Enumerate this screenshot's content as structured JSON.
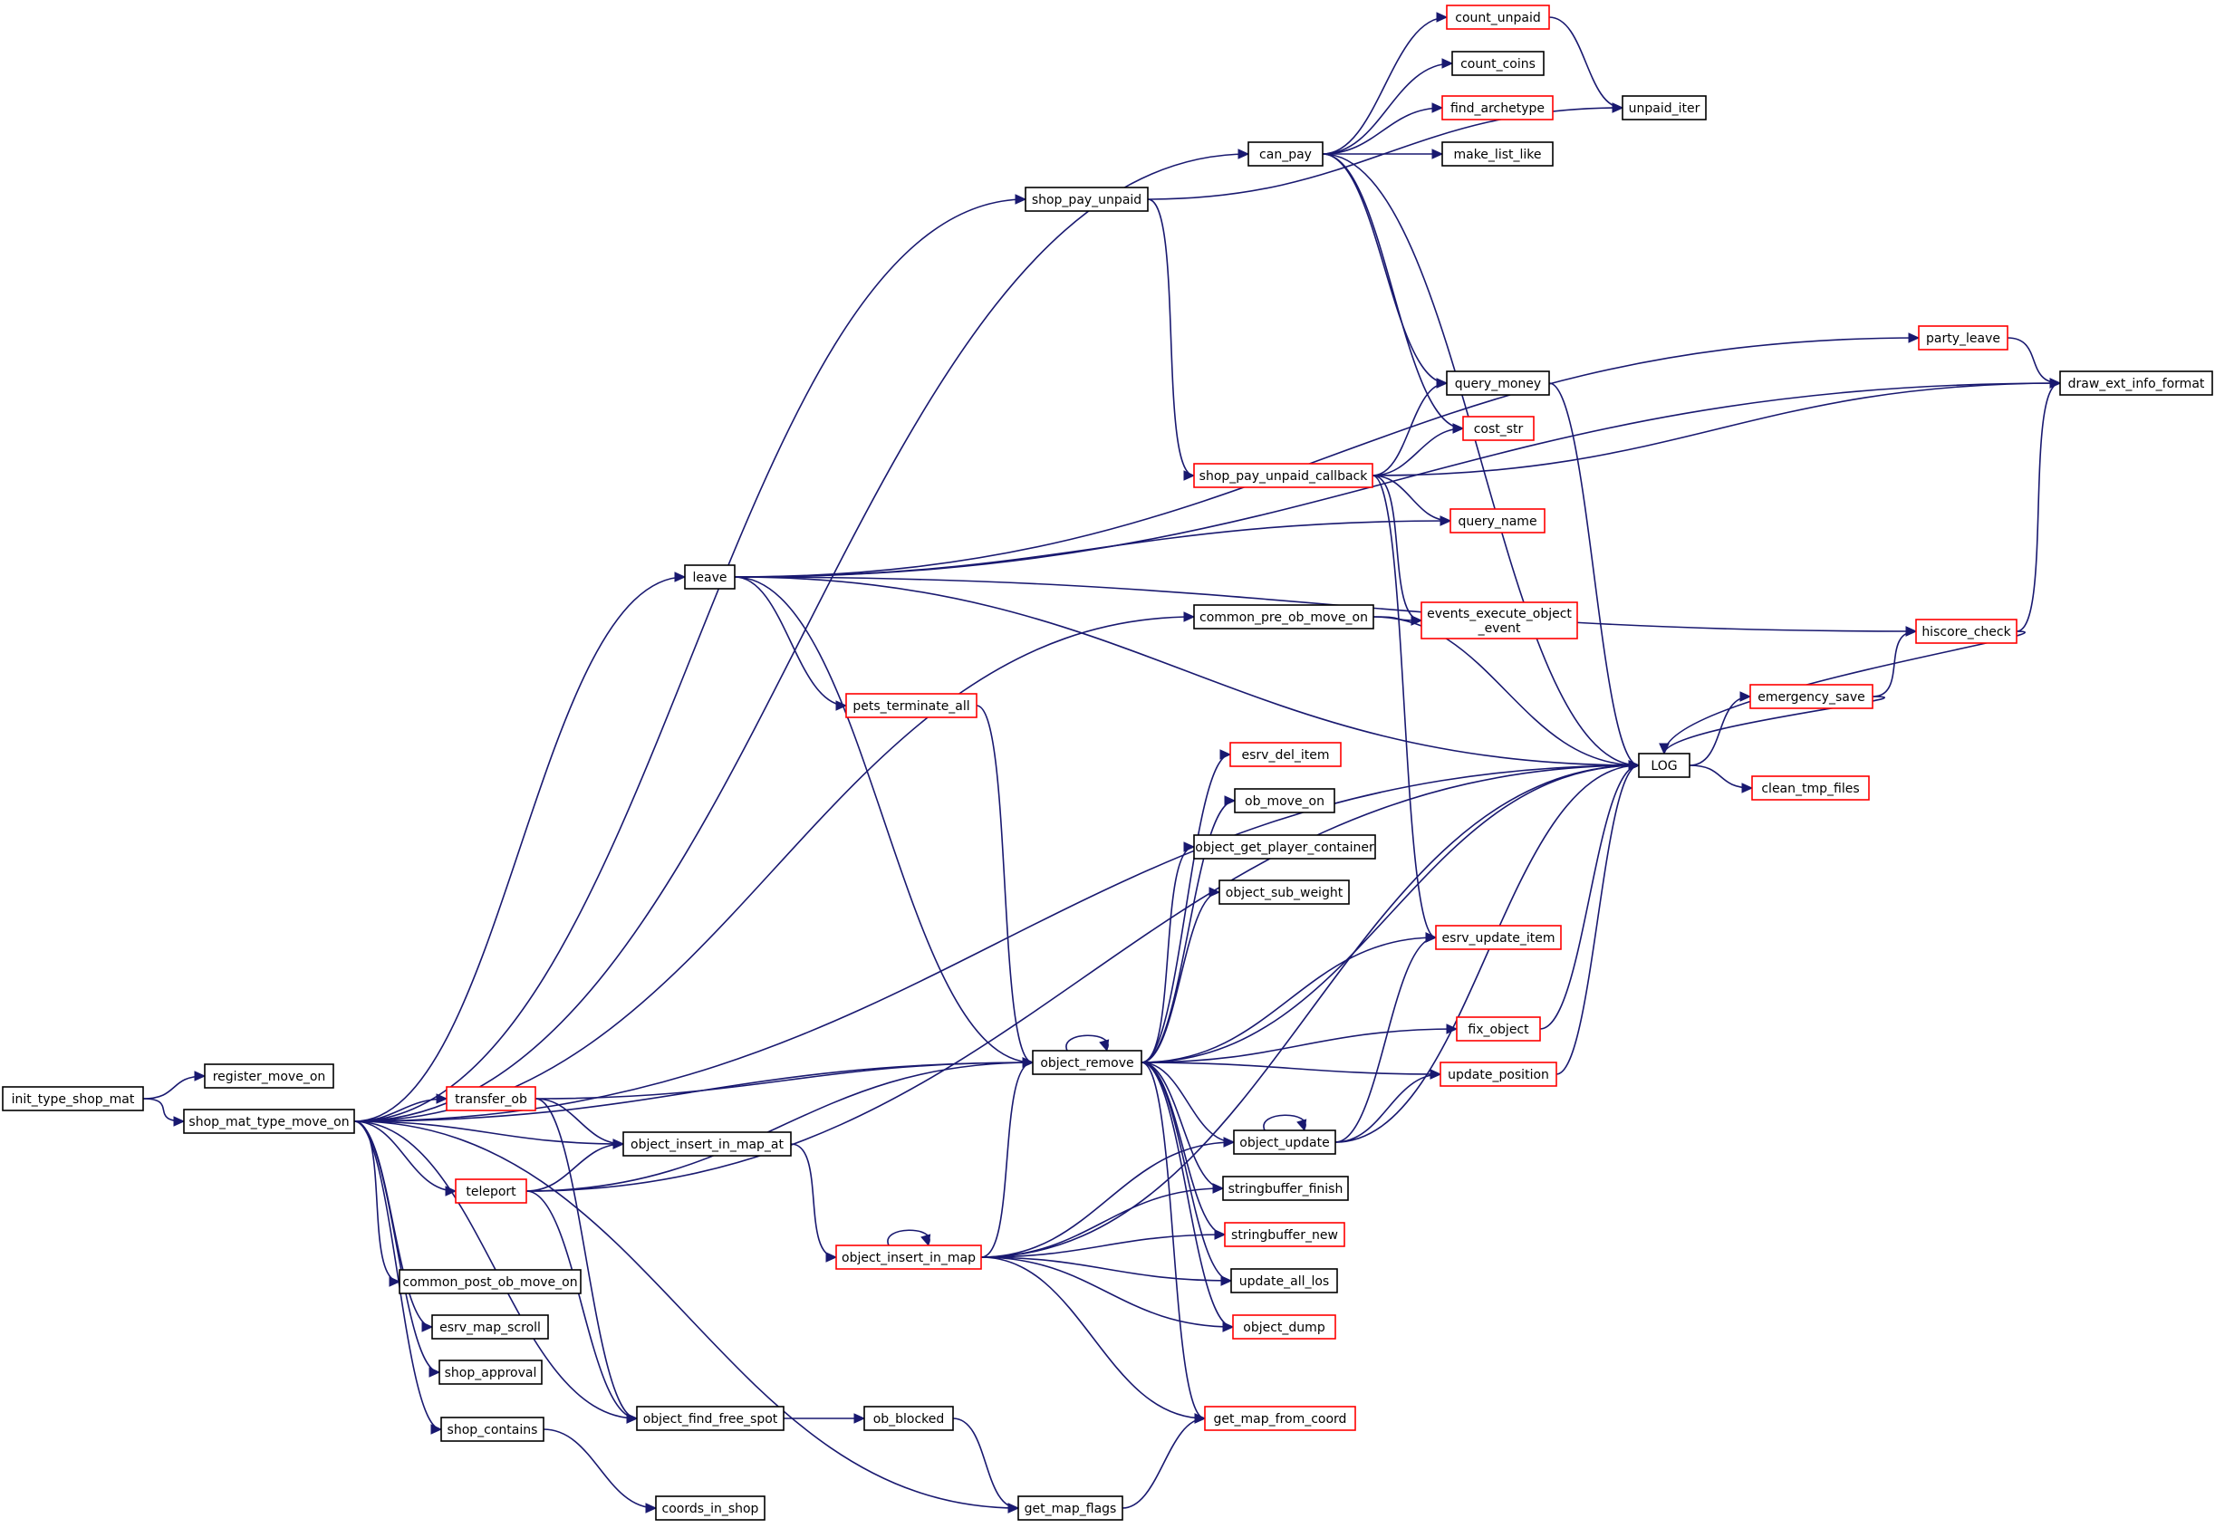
{
  "colors": {
    "edge": "#191970",
    "border_default": "#000000",
    "border_link": "#ff0000",
    "root_fill": "#bfbfbf",
    "background": "#ffffff"
  },
  "nodes": [
    {
      "id": "init_type_shop_mat",
      "label": "init_type_shop_mat",
      "style": "root"
    },
    {
      "id": "register_move_on",
      "label": "register_move_on",
      "style": "black"
    },
    {
      "id": "shop_mat_type_move_on",
      "label": "shop_mat_type_move_on",
      "style": "black"
    },
    {
      "id": "can_pay",
      "label": "can_pay",
      "style": "black"
    },
    {
      "id": "count_unpaid",
      "label": "count_unpaid",
      "style": "red"
    },
    {
      "id": "count_coins",
      "label": "count_coins",
      "style": "black"
    },
    {
      "id": "find_archetype",
      "label": "find_archetype",
      "style": "red"
    },
    {
      "id": "make_list_like",
      "label": "make_list_like",
      "style": "black"
    },
    {
      "id": "unpaid_iter",
      "label": "unpaid_iter",
      "style": "black"
    },
    {
      "id": "shop_pay_unpaid",
      "label": "shop_pay_unpaid",
      "style": "black"
    },
    {
      "id": "party_leave",
      "label": "party_leave",
      "style": "red"
    },
    {
      "id": "draw_ext_info_format",
      "label": "draw_ext_info_format",
      "style": "black"
    },
    {
      "id": "query_money",
      "label": "query_money",
      "style": "black"
    },
    {
      "id": "cost_str",
      "label": "cost_str",
      "style": "red"
    },
    {
      "id": "shop_pay_unpaid_callback",
      "label": "shop_pay_unpaid_callback",
      "style": "red"
    },
    {
      "id": "query_name",
      "label": "query_name",
      "style": "red"
    },
    {
      "id": "leave",
      "label": "leave",
      "style": "black"
    },
    {
      "id": "common_pre_ob_move_on",
      "label": "common_pre_ob_move_on",
      "style": "black"
    },
    {
      "id": "events_execute_object_event",
      "label": "events_execute_object\n_event",
      "style": "red"
    },
    {
      "id": "hiscore_check",
      "label": "hiscore_check",
      "style": "red"
    },
    {
      "id": "emergency_save",
      "label": "emergency_save",
      "style": "red"
    },
    {
      "id": "pets_terminate_all",
      "label": "pets_terminate_all",
      "style": "red"
    },
    {
      "id": "LOG",
      "label": "LOG",
      "style": "black"
    },
    {
      "id": "clean_tmp_files",
      "label": "clean_tmp_files",
      "style": "red"
    },
    {
      "id": "esrv_del_item",
      "label": "esrv_del_item",
      "style": "red"
    },
    {
      "id": "ob_move_on",
      "label": "ob_move_on",
      "style": "black"
    },
    {
      "id": "object_get_player_container",
      "label": "object_get_player_container",
      "style": "black"
    },
    {
      "id": "object_sub_weight",
      "label": "object_sub_weight",
      "style": "black"
    },
    {
      "id": "esrv_update_item",
      "label": "esrv_update_item",
      "style": "red"
    },
    {
      "id": "fix_object",
      "label": "fix_object",
      "style": "red"
    },
    {
      "id": "object_remove",
      "label": "object_remove",
      "style": "black"
    },
    {
      "id": "update_position",
      "label": "update_position",
      "style": "red"
    },
    {
      "id": "transfer_ob",
      "label": "transfer_ob",
      "style": "red"
    },
    {
      "id": "object_update",
      "label": "object_update",
      "style": "black"
    },
    {
      "id": "object_insert_in_map_at",
      "label": "object_insert_in_map_at",
      "style": "black"
    },
    {
      "id": "teleport",
      "label": "teleport",
      "style": "red"
    },
    {
      "id": "stringbuffer_finish",
      "label": "stringbuffer_finish",
      "style": "black"
    },
    {
      "id": "object_insert_in_map",
      "label": "object_insert_in_map",
      "style": "red"
    },
    {
      "id": "stringbuffer_new",
      "label": "stringbuffer_new",
      "style": "red"
    },
    {
      "id": "common_post_ob_move_on",
      "label": "common_post_ob_move_on",
      "style": "black"
    },
    {
      "id": "update_all_los",
      "label": "update_all_los",
      "style": "black"
    },
    {
      "id": "esrv_map_scroll",
      "label": "esrv_map_scroll",
      "style": "black"
    },
    {
      "id": "object_dump",
      "label": "object_dump",
      "style": "red"
    },
    {
      "id": "shop_approval",
      "label": "shop_approval",
      "style": "black"
    },
    {
      "id": "object_find_free_spot",
      "label": "object_find_free_spot",
      "style": "black"
    },
    {
      "id": "ob_blocked",
      "label": "ob_blocked",
      "style": "black"
    },
    {
      "id": "get_map_from_coord",
      "label": "get_map_from_coord",
      "style": "red"
    },
    {
      "id": "shop_contains",
      "label": "shop_contains",
      "style": "black"
    },
    {
      "id": "coords_in_shop",
      "label": "coords_in_shop",
      "style": "black"
    },
    {
      "id": "get_map_flags",
      "label": "get_map_flags",
      "style": "black"
    }
  ],
  "edges": [
    [
      "init_type_shop_mat",
      "register_move_on"
    ],
    [
      "init_type_shop_mat",
      "shop_mat_type_move_on"
    ],
    [
      "shop_mat_type_move_on",
      "can_pay"
    ],
    [
      "shop_mat_type_move_on",
      "shop_pay_unpaid"
    ],
    [
      "shop_mat_type_move_on",
      "leave"
    ],
    [
      "shop_mat_type_move_on",
      "common_pre_ob_move_on"
    ],
    [
      "shop_mat_type_move_on",
      "LOG"
    ],
    [
      "shop_mat_type_move_on",
      "object_remove"
    ],
    [
      "shop_mat_type_move_on",
      "transfer_ob"
    ],
    [
      "shop_mat_type_move_on",
      "object_insert_in_map_at"
    ],
    [
      "shop_mat_type_move_on",
      "teleport"
    ],
    [
      "shop_mat_type_move_on",
      "common_post_ob_move_on"
    ],
    [
      "shop_mat_type_move_on",
      "esrv_map_scroll"
    ],
    [
      "shop_mat_type_move_on",
      "shop_approval"
    ],
    [
      "shop_mat_type_move_on",
      "shop_contains"
    ],
    [
      "shop_mat_type_move_on",
      "object_find_free_spot"
    ],
    [
      "can_pay",
      "count_unpaid"
    ],
    [
      "can_pay",
      "count_coins"
    ],
    [
      "can_pay",
      "find_archetype"
    ],
    [
      "can_pay",
      "make_list_like"
    ],
    [
      "can_pay",
      "query_money"
    ],
    [
      "can_pay",
      "cost_str"
    ],
    [
      "can_pay",
      "LOG"
    ],
    [
      "count_unpaid",
      "unpaid_iter"
    ],
    [
      "shop_pay_unpaid",
      "unpaid_iter"
    ],
    [
      "shop_pay_unpaid",
      "shop_pay_unpaid_callback"
    ],
    [
      "shop_pay_unpaid_callback",
      "query_money"
    ],
    [
      "shop_pay_unpaid_callback",
      "cost_str"
    ],
    [
      "shop_pay_unpaid_callback",
      "query_name"
    ],
    [
      "shop_pay_unpaid_callback",
      "draw_ext_info_format"
    ],
    [
      "shop_pay_unpaid_callback",
      "events_execute_object_event"
    ],
    [
      "shop_pay_unpaid_callback",
      "esrv_update_item"
    ],
    [
      "party_leave",
      "draw_ext_info_format"
    ],
    [
      "query_money",
      "LOG"
    ],
    [
      "leave",
      "draw_ext_info_format"
    ],
    [
      "leave",
      "party_leave"
    ],
    [
      "leave",
      "query_name"
    ],
    [
      "leave",
      "hiscore_check"
    ],
    [
      "leave",
      "LOG"
    ],
    [
      "leave",
      "pets_terminate_all"
    ],
    [
      "leave",
      "object_remove"
    ],
    [
      "common_pre_ob_move_on",
      "events_execute_object_event"
    ],
    [
      "common_pre_ob_move_on",
      "LOG"
    ],
    [
      "hiscore_check",
      "draw_ext_info_format"
    ],
    [
      "hiscore_check",
      "LOG"
    ],
    [
      "emergency_save",
      "hiscore_check"
    ],
    [
      "emergency_save",
      "LOG"
    ],
    [
      "LOG",
      "emergency_save"
    ],
    [
      "LOG",
      "clean_tmp_files"
    ],
    [
      "pets_terminate_all",
      "object_remove"
    ],
    [
      "object_remove",
      "object_remove"
    ],
    [
      "object_remove",
      "esrv_del_item"
    ],
    [
      "object_remove",
      "ob_move_on"
    ],
    [
      "object_remove",
      "object_get_player_container"
    ],
    [
      "object_remove",
      "object_sub_weight"
    ],
    [
      "object_remove",
      "esrv_update_item"
    ],
    [
      "object_remove",
      "LOG"
    ],
    [
      "object_remove",
      "fix_object"
    ],
    [
      "object_remove",
      "update_position"
    ],
    [
      "object_remove",
      "object_update"
    ],
    [
      "object_remove",
      "stringbuffer_finish"
    ],
    [
      "object_remove",
      "stringbuffer_new"
    ],
    [
      "object_remove",
      "update_all_los"
    ],
    [
      "object_remove",
      "object_dump"
    ],
    [
      "object_remove",
      "get_map_from_coord"
    ],
    [
      "fix_object",
      "LOG"
    ],
    [
      "update_position",
      "LOG"
    ],
    [
      "object_update",
      "object_update"
    ],
    [
      "object_update",
      "esrv_update_item"
    ],
    [
      "object_update",
      "update_position"
    ],
    [
      "object_update",
      "LOG"
    ],
    [
      "transfer_ob",
      "object_remove"
    ],
    [
      "transfer_ob",
      "object_insert_in_map_at"
    ],
    [
      "transfer_ob",
      "object_find_free_spot"
    ],
    [
      "teleport",
      "object_remove"
    ],
    [
      "teleport",
      "object_insert_in_map_at"
    ],
    [
      "teleport",
      "object_find_free_spot"
    ],
    [
      "teleport",
      "LOG"
    ],
    [
      "object_insert_in_map_at",
      "object_insert_in_map"
    ],
    [
      "object_insert_in_map",
      "object_insert_in_map"
    ],
    [
      "object_insert_in_map",
      "object_remove"
    ],
    [
      "object_insert_in_map",
      "object_update"
    ],
    [
      "object_insert_in_map",
      "stringbuffer_finish"
    ],
    [
      "object_insert_in_map",
      "stringbuffer_new"
    ],
    [
      "object_insert_in_map",
      "update_all_los"
    ],
    [
      "object_insert_in_map",
      "object_dump"
    ],
    [
      "object_insert_in_map",
      "LOG"
    ],
    [
      "object_insert_in_map",
      "get_map_from_coord"
    ],
    [
      "object_find_free_spot",
      "ob_blocked"
    ],
    [
      "ob_blocked",
      "get_map_flags"
    ],
    [
      "shop_contains",
      "coords_in_shop"
    ],
    [
      "get_map_flags",
      "get_map_from_coord"
    ],
    [
      "shop_mat_type_move_on",
      "get_map_flags"
    ]
  ]
}
